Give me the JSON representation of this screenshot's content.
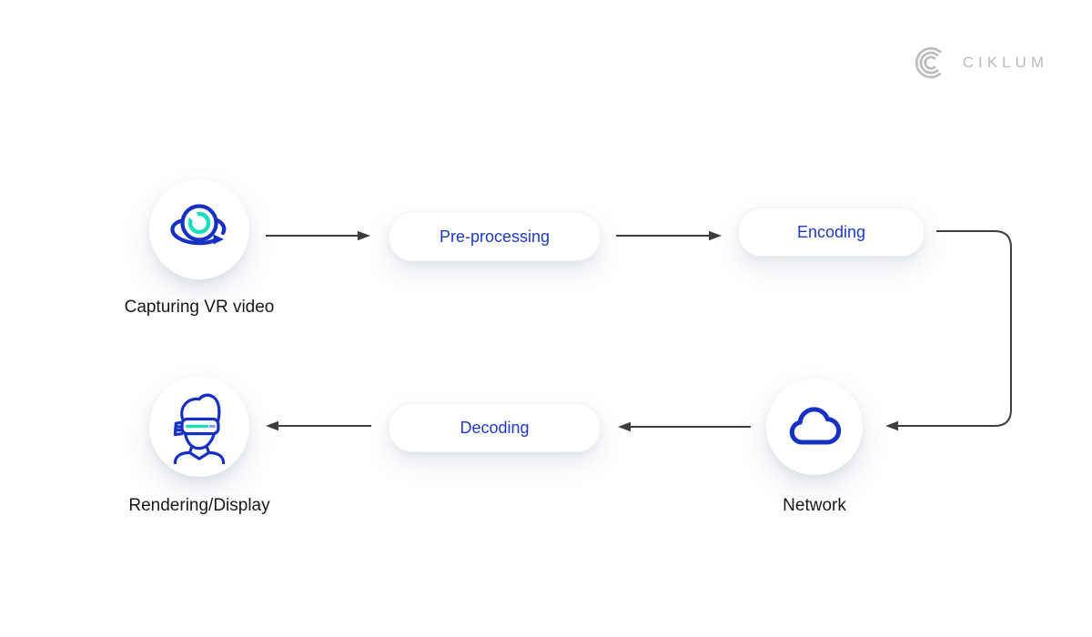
{
  "logo": {
    "brand": "CIKLUM",
    "mark": "ciklum-arcs-icon",
    "color": "#b9babc"
  },
  "diagram": {
    "title_implicit": "VR video streaming pipeline",
    "nodes": [
      {
        "id": "capture",
        "type": "icon-circle",
        "icon": "camera-360-icon",
        "label": "Capturing VR video"
      },
      {
        "id": "preprocessing",
        "type": "pill",
        "label": "Pre-processing"
      },
      {
        "id": "encoding",
        "type": "pill",
        "label": "Encoding"
      },
      {
        "id": "network",
        "type": "icon-circle",
        "icon": "cloud-icon",
        "label": "Network"
      },
      {
        "id": "decoding",
        "type": "pill",
        "label": "Decoding"
      },
      {
        "id": "render",
        "type": "icon-circle",
        "icon": "vr-headset-person-icon",
        "label": "Rendering/Display"
      }
    ],
    "edges": [
      {
        "from": "capture",
        "to": "preprocessing",
        "style": "straight-right"
      },
      {
        "from": "preprocessing",
        "to": "encoding",
        "style": "straight-right"
      },
      {
        "from": "encoding",
        "to": "network",
        "style": "elbow-right-down-left"
      },
      {
        "from": "network",
        "to": "decoding",
        "style": "straight-left"
      },
      {
        "from": "decoding",
        "to": "render",
        "style": "straight-left"
      }
    ]
  },
  "colors": {
    "icon_blue": "#1730c4",
    "accent_teal": "#14e0bd",
    "pill_text_blue": "#1f3ac6",
    "arrow_gray": "#3b3e42",
    "label_dark": "#17191c",
    "logo_gray": "#b9babc",
    "background": "#ffffff"
  }
}
